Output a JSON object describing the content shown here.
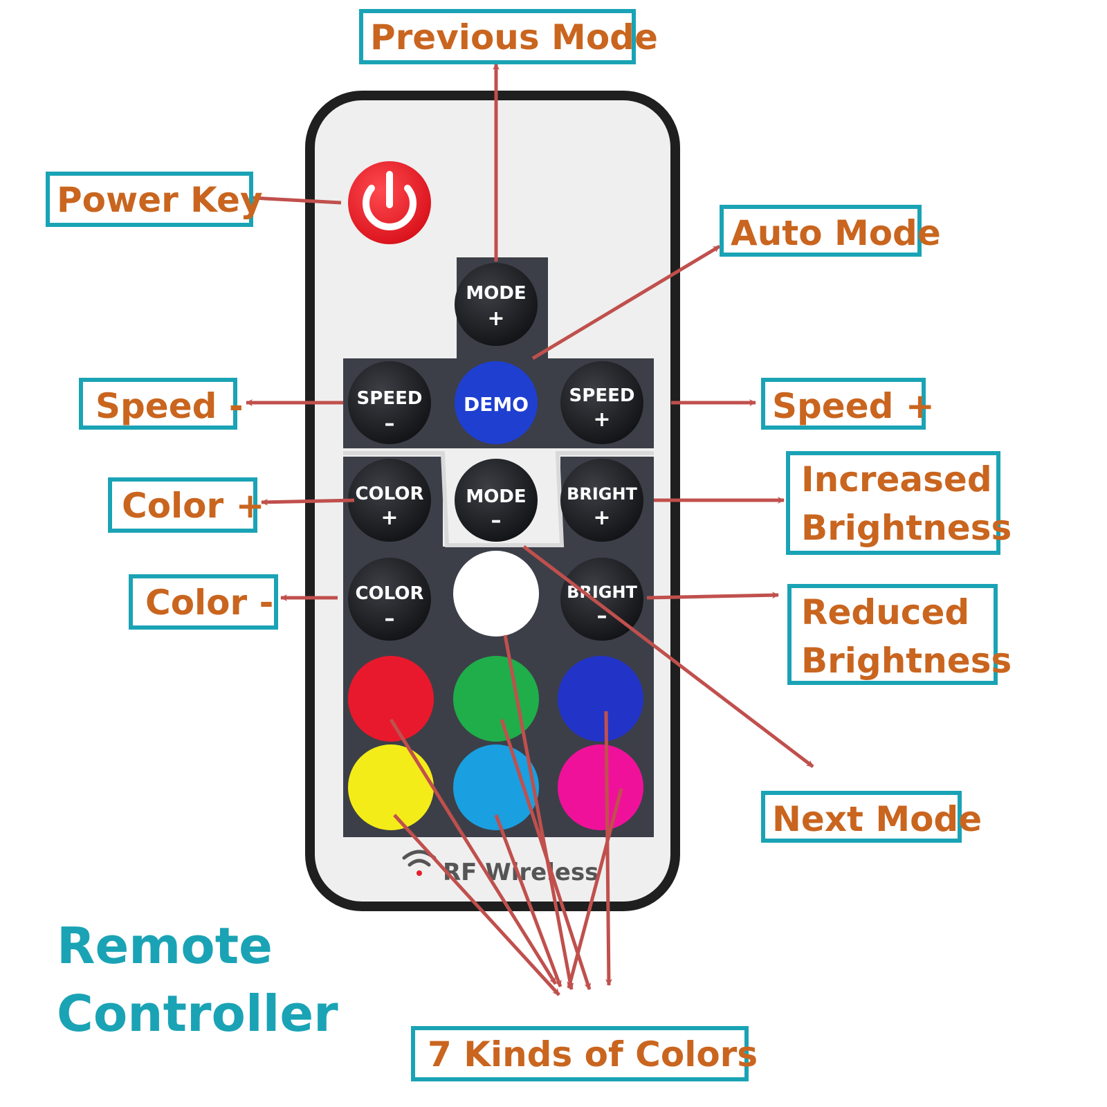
{
  "title": {
    "line1": "Remote",
    "line2": "Controller"
  },
  "labels": {
    "previous_mode": "Previous Mode",
    "power_key": "Power Key",
    "auto_mode": "Auto Mode",
    "speed_minus": "Speed -",
    "speed_plus": "Speed +",
    "color_plus": "Color +",
    "color_minus": "Color -",
    "increased_brightness": [
      "Increased",
      "Brightness"
    ],
    "reduced_brightness": [
      "Reduced",
      "Brightness"
    ],
    "next_mode": "Next Mode",
    "seven_colors": "7 Kinds of Colors"
  },
  "remote": {
    "buttons": {
      "mode_plus": [
        "MODE",
        "+"
      ],
      "speed_minus": [
        "SPEED",
        "–"
      ],
      "demo": [
        "DEMO"
      ],
      "speed_plus": [
        "SPEED",
        "+"
      ],
      "color_plus": [
        "COLOR",
        "+"
      ],
      "mode_minus": [
        "MODE",
        "–"
      ],
      "bright_plus": [
        "BRIGHT",
        "+"
      ],
      "color_minus": [
        "COLOR",
        "–"
      ],
      "bright_minus": [
        "BRIGHT",
        "–"
      ]
    },
    "brand_text": "RF Wireless"
  },
  "colors": {
    "callout_border": "#1aa3b5",
    "callout_text": "#c9651f",
    "title": "#1aa3b5",
    "arrow": "#c0504d",
    "remote_body": "#efefef",
    "remote_outline": "#1f1f1f",
    "keypad": "#3c3f48",
    "power": "#e3202a",
    "demo": "#1f3fd0",
    "white_key": "#ffffff",
    "red_key": "#e8192c",
    "green_key": "#1fae4a",
    "blue_key": "#2233c8",
    "yellow_key": "#f4ec18",
    "cyan_key": "#1a9fe0",
    "magenta_key": "#f0119a"
  }
}
